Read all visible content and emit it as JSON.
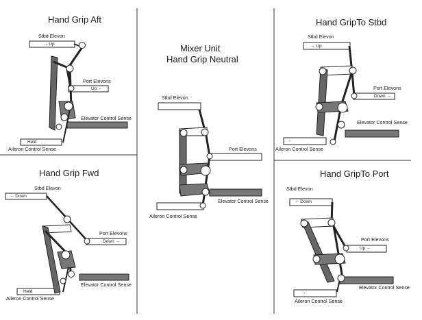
{
  "panels": {
    "aft": {
      "title": "Hand Grip Aft",
      "stbd_label": "Stbd Elevon",
      "stbd_rod": "→ Up",
      "port_label": "Port Elevons",
      "port_rod": "Up ←",
      "elev_label": "Elevator Control Sense",
      "ail_label": "Aileron Control Sense",
      "ail_rod": "Held"
    },
    "fwd": {
      "title": "Hand Grip Fwd",
      "stbd_label": "Stbd Elevon",
      "stbd_rod": "← Down",
      "port_label": "Port Elevons",
      "port_rod": "Down →",
      "elev_label": "Elevator Control Sense",
      "ail_label": "Aileron Control Sense",
      "ail_rod": "Held"
    },
    "neutral": {
      "title_line1": "Mixer Unit",
      "title_line2": "Hand Grip Neutral",
      "stbd_label": "Stbd Elevon",
      "port_label": "Port Elevons",
      "elev_label": "Elevator Control Sense",
      "ail_label": "Aileron Control Sense"
    },
    "stbd": {
      "title": "Hand GripTo Stbd",
      "stbd_label": "Stbd Elevon",
      "stbd_rod": "→ Up",
      "port_label": "Port Elevons",
      "port_rod": "Down →",
      "elev_label": "Elevator Control Sense",
      "ail_label": "Aileron Control Sense",
      "ail_rod": "←"
    },
    "port": {
      "title": "Hand GripTo Port",
      "stbd_label": "Stbd Elevon",
      "stbd_rod": "← Down",
      "port_label": "Port Elevons",
      "port_rod": "Up ←",
      "elev_label": "Elevator Control Sense",
      "ail_label": "Aileron Control Sense",
      "ail_rod": "→"
    }
  }
}
